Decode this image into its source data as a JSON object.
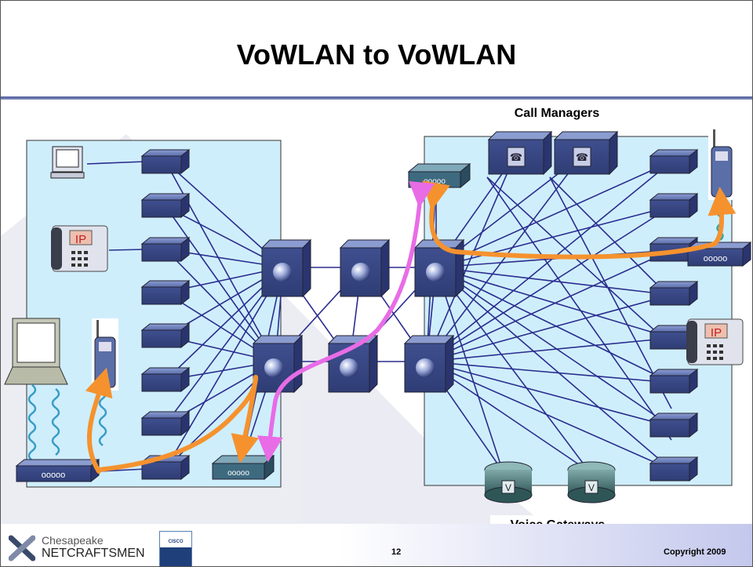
{
  "slide": {
    "title": "VoWLAN to VoWLAN",
    "call_managers_label": "Call Managers",
    "voice_gateways_label": "Voice Gateways",
    "page_number": "12",
    "copyright": "Copyright 2009",
    "logo_line1": "Chesapeake",
    "logo_line2": "NETCRAFTSMEN",
    "partner_badge": "CISCO",
    "ip_label": "IP",
    "gateway_label": "V"
  },
  "colors": {
    "campus_fill": "#cfeefb",
    "link_line": "#2a2d8f",
    "device_blue": "#4a5f9e",
    "call_path_orange": "#f5922e",
    "signal_path_magenta": "#e86ce6",
    "title_rule": "#4a5a9a"
  },
  "icons": [
    "workstation-icon",
    "ip-phone-icon",
    "laptop-icon",
    "wireless-handset-icon",
    "access-switch-icon",
    "multilayer-switch-icon",
    "wlan-controller-icon",
    "access-point-icon",
    "call-manager-icon",
    "voice-gateway-router-icon"
  ]
}
